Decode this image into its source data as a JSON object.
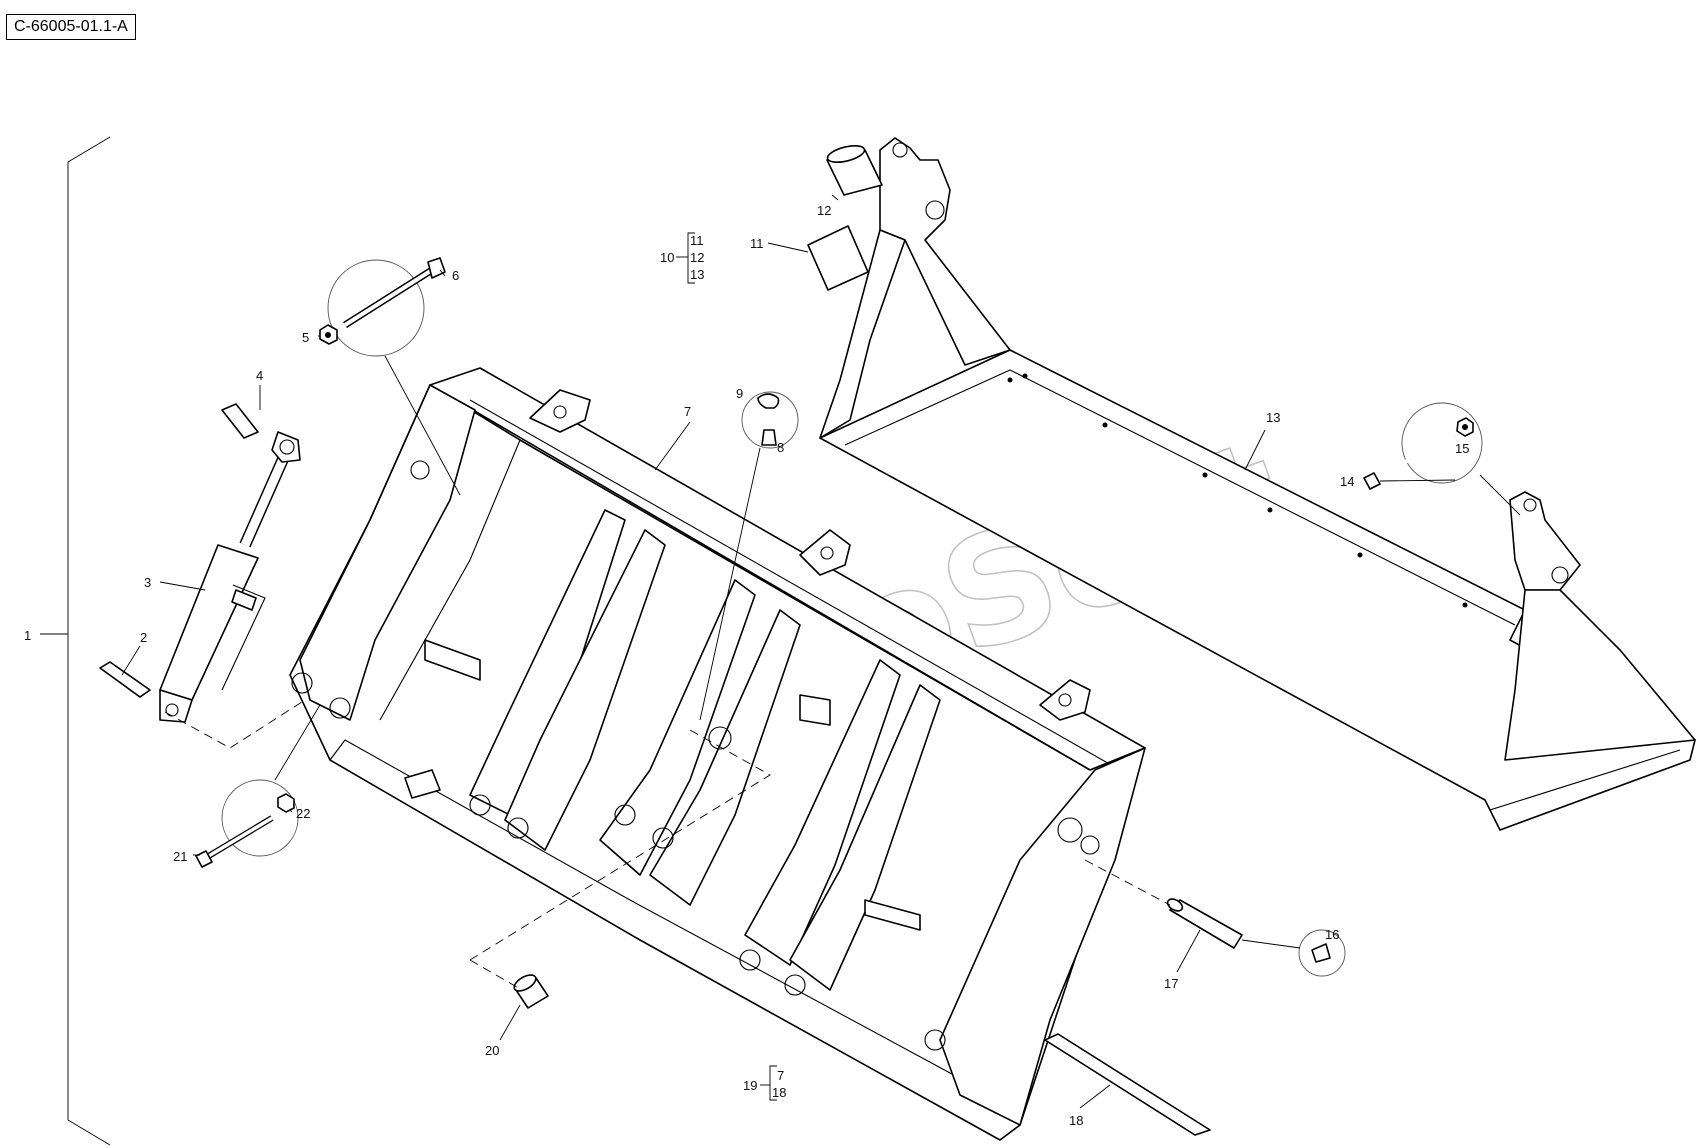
{
  "drawing_code": "C-66005-01.1-A",
  "watermark": "AutoSoft",
  "callouts": {
    "p1": "1",
    "p2": "2",
    "p3": "3",
    "p4": "4",
    "p5": "5",
    "p6": "6",
    "p7": "7",
    "p8": "8",
    "p9": "9",
    "p10": "10",
    "p11": "11",
    "p12": "12",
    "p13": "13",
    "p14": "14",
    "p15": "15",
    "p16": "16",
    "p17": "17",
    "p18": "18",
    "p19": "19",
    "p20": "20",
    "p21": "21",
    "p22": "22"
  },
  "group_10": [
    "11",
    "12",
    "13"
  ],
  "group_19": [
    "7",
    "18"
  ]
}
